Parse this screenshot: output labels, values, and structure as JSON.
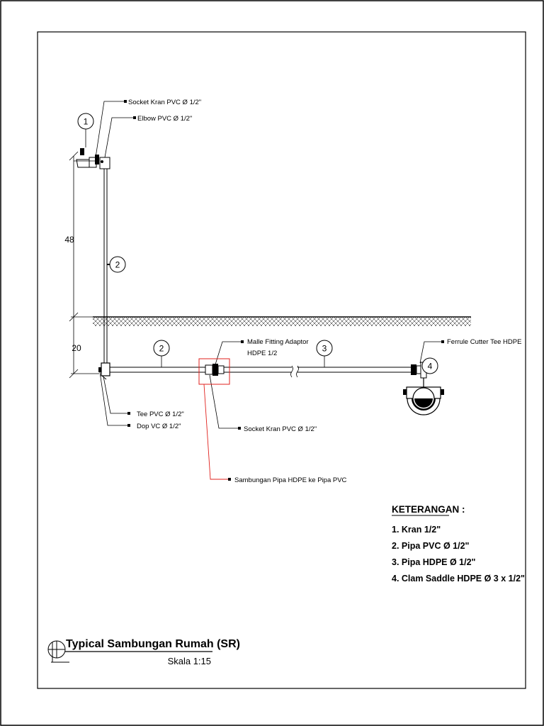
{
  "callouts": {
    "socket_kran_top": "Socket Kran PVC Ø 1/2\"",
    "elbow": "Elbow PVC Ø 1/2\"",
    "malle_line1": "Malle Fitting Adaptor",
    "malle_line2": "HDPE 1/2",
    "ferrule": "Ferrule Cutter Tee HDPE",
    "tee": "Tee PVC Ø 1/2\"",
    "dop": "Dop VC Ø 1/2\"",
    "socket_kran_bottom": "Socket Kran PVC Ø 1/2\"",
    "sambungan": "Sambungan Pipa HDPE ke Pipa PVC"
  },
  "bubbles": {
    "kran": "1",
    "pipa_pvc_riser": "2",
    "pipa_pvc_horizontal": "2",
    "pipa_hdpe": "3",
    "clam_saddle": "4"
  },
  "dimensions": {
    "riser_height": "48",
    "depth": "20"
  },
  "legend": {
    "title": "KETERANGAN :",
    "items": [
      "1. Kran 1/2\"",
      "2. Pipa PVC Ø 1/2\"",
      "3. Pipa HDPE Ø 1/2\"",
      "4. Clam Saddle HDPE Ø 3 x 1/2\""
    ]
  },
  "title_block": {
    "title": "Typical Sambungan Rumah (SR)",
    "scale": "Skala 1:15"
  },
  "colors": {
    "line": "#000000",
    "highlight": "#e0201c"
  }
}
